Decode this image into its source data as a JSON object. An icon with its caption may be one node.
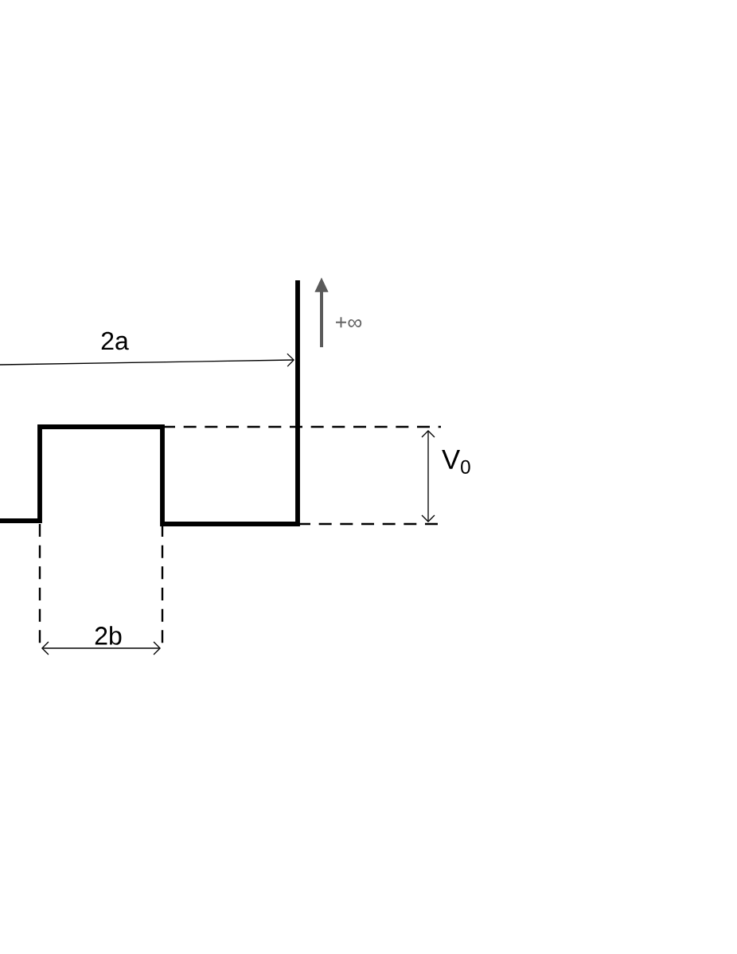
{
  "diagram": {
    "labels": [
      "+∞",
      "2a",
      "V$_{0}$",
      "2b"
    ]
  }
}
